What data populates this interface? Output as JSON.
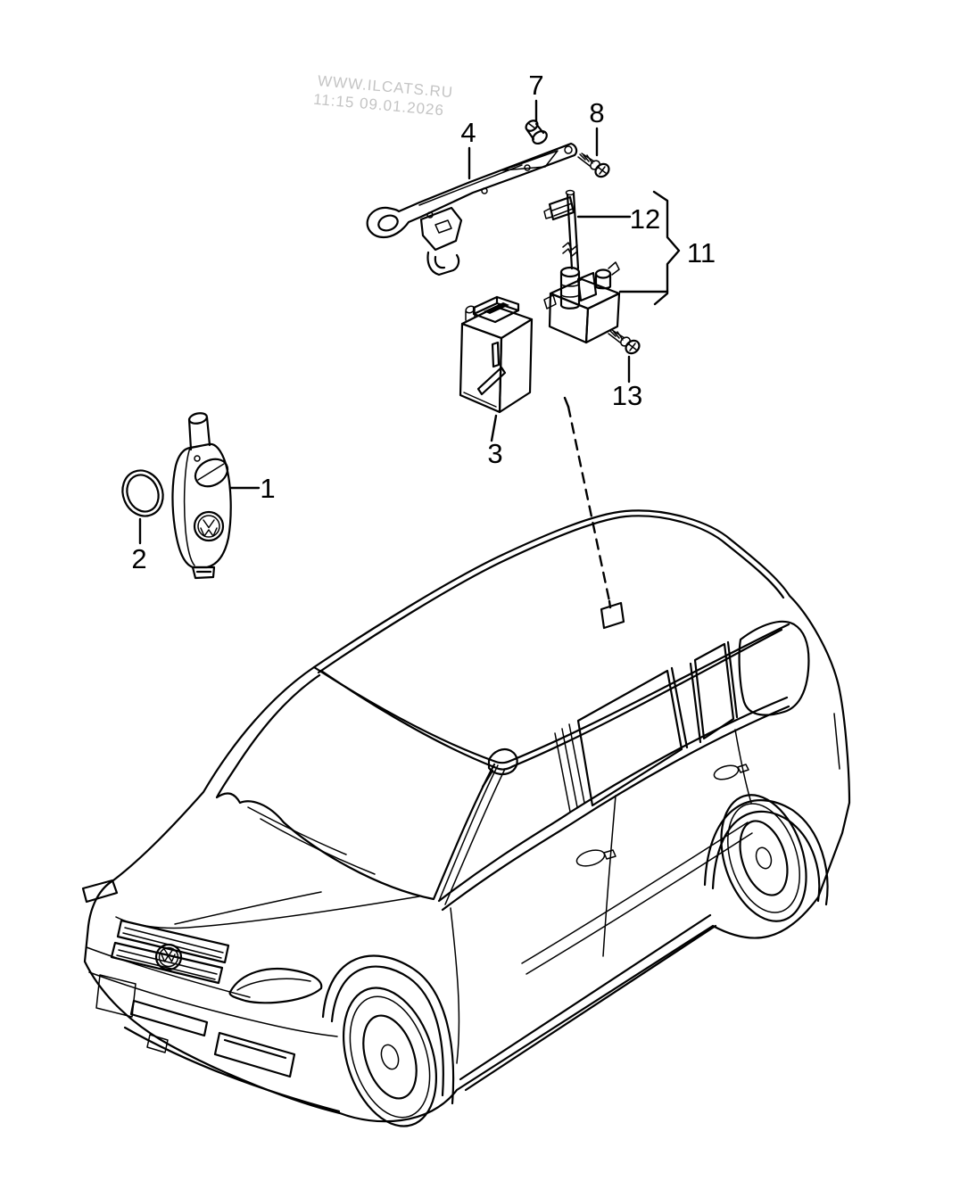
{
  "watermark": {
    "line1": "WWW.ILCATS.RU",
    "line2": "11:15 09.01.2026"
  },
  "callouts": [
    {
      "text": "1"
    },
    {
      "text": "2"
    },
    {
      "text": "3"
    },
    {
      "text": "4"
    },
    {
      "text": "7"
    },
    {
      "text": "8"
    },
    {
      "text": "11"
    },
    {
      "text": "12"
    },
    {
      "text": "13"
    }
  ],
  "colors": {
    "background": "#ffffff",
    "line": "#000000",
    "watermark": "#c4c4c4"
  }
}
